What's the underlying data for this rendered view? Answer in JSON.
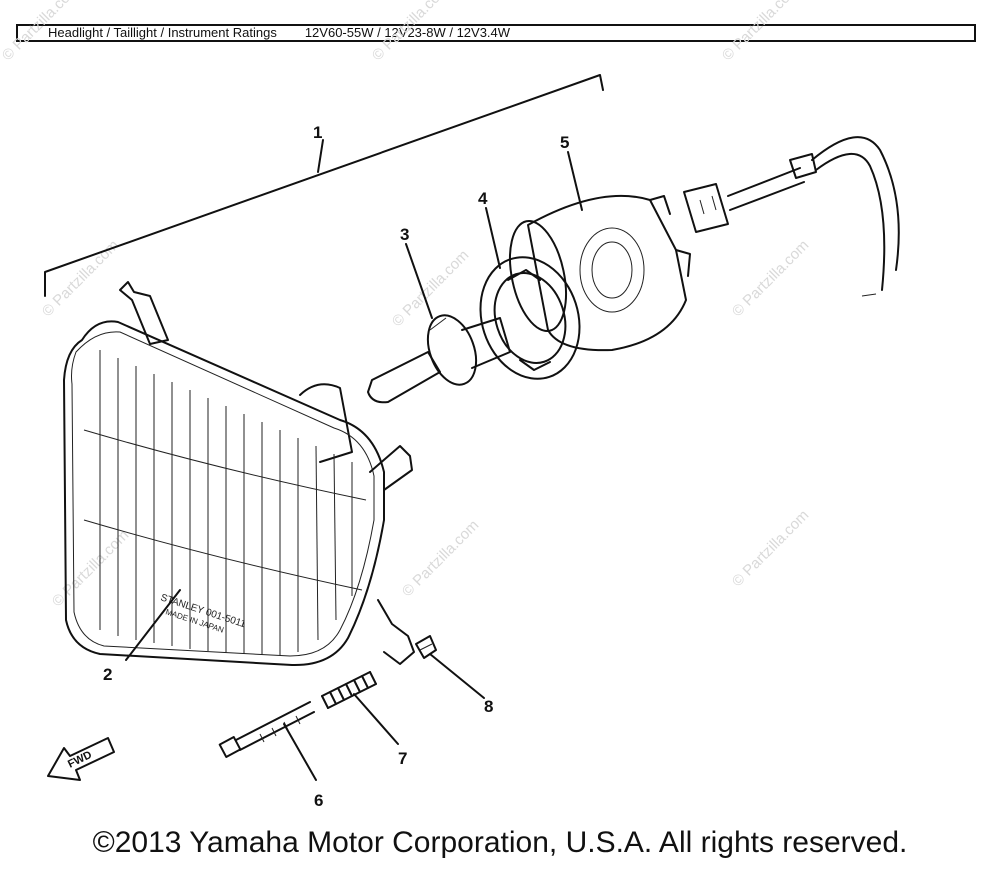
{
  "header": {
    "title": "Headlight / Taillight / Instrument Ratings",
    "ratings": "12V60-55W / 12V23-8W / 12V3.4W"
  },
  "callouts": [
    "1",
    "2",
    "3",
    "4",
    "5",
    "6",
    "7",
    "8"
  ],
  "lens_text": {
    "line1": "STANLEY 001-5011",
    "line2": "MADE IN JAPAN"
  },
  "fwd_label": "FWD",
  "watermark_text": "© Partzilla.com",
  "copyright": "©2013 Yamaha Motor Corporation, U.S.A. All rights reserved."
}
